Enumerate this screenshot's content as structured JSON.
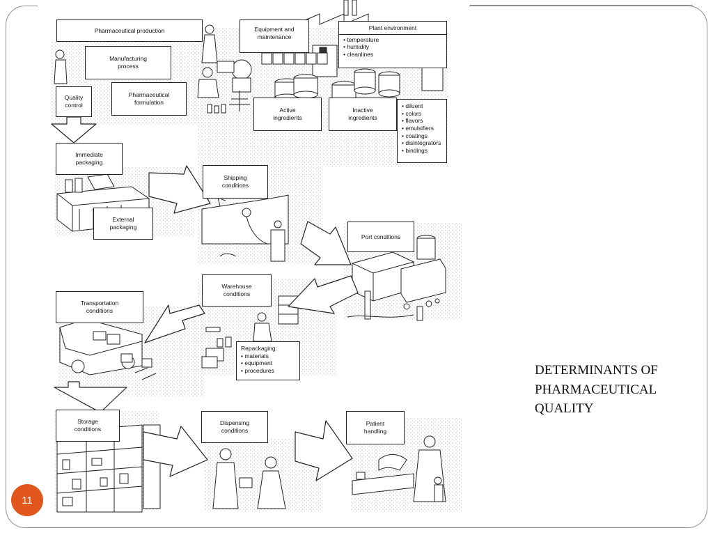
{
  "slide": {
    "title_lines": [
      "DETERMINANTS OF",
      "PHARMACEUTICAL",
      "QUALITY"
    ],
    "slide_number": "11"
  },
  "figure": {
    "pharmaceutical_production": "Pharmaceutical production",
    "manufacturing_process": "Manufacturing\nprocess",
    "pharmaceutical_formulation": "Pharmaceutical\nformulation",
    "quality_control": "Quality\ncontrol",
    "equipment_maintenance": "Equipment and\nmaintenance",
    "plant_environment": {
      "title": "Plant environment",
      "items": [
        "temperature",
        "humidity",
        "cleanlines"
      ]
    },
    "active_ingredients": "Active\ningredients",
    "inactive_ingredients": "Inactive\ningredients",
    "excipients": [
      "diluent",
      "colors",
      "flavors",
      "emulsifiers",
      "coatings",
      "disintegrators",
      "bindings"
    ],
    "immediate_packaging": "Immediate\npackaging",
    "external_packaging": "External\npackaging",
    "shipping_conditions": "Shipping\nconditions",
    "port_conditions": "Port conditions",
    "warehouse_conditions": "Warehouse\nconditions",
    "repackaging": {
      "title": "Repackaging:",
      "items": [
        "materials",
        "equipment",
        "procedures"
      ]
    },
    "transportation_conditions": "Transportation\nconditions",
    "storage_conditions": "Storage\nconditions",
    "dispensing_conditions": "Dispensing\nconditions",
    "patient_handling": "Patient\nhandling"
  }
}
